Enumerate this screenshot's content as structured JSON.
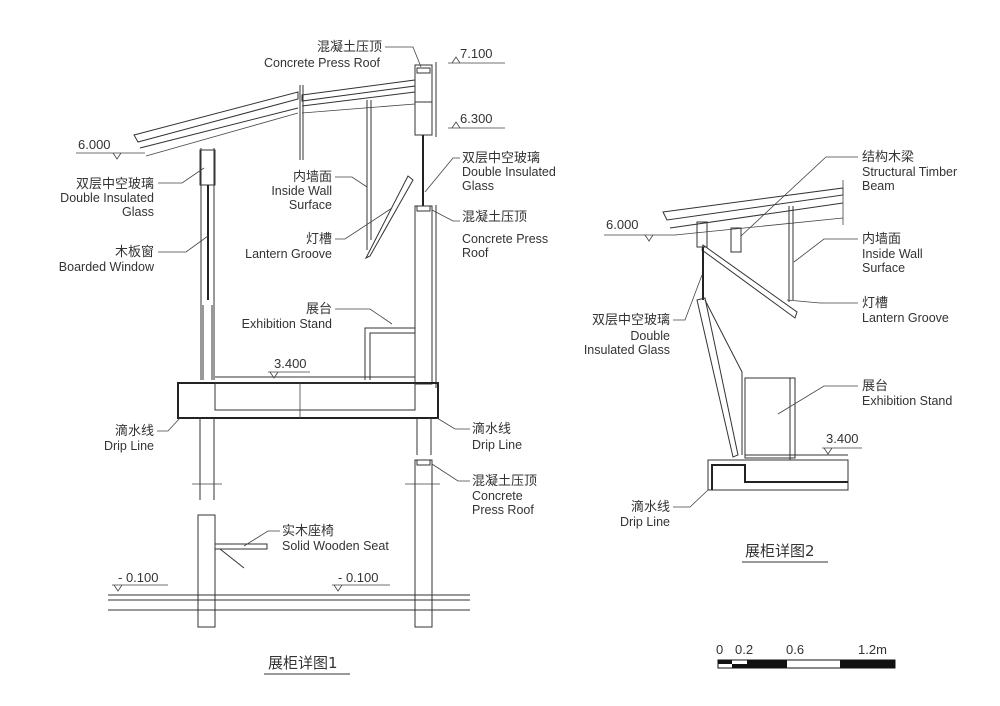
{
  "detail1": {
    "title": "展柜详图1",
    "labels": {
      "concrete_roof_top": {
        "cn": "混凝土压顶",
        "en": "Concrete Press Roof"
      },
      "glass_left": {
        "cn": "双层中空玻璃",
        "en1": "Double Insulated",
        "en2": "Glass"
      },
      "boarded_window": {
        "cn": "木板窗",
        "en": "Boarded Window"
      },
      "inside_wall": {
        "cn": "内墙面",
        "en1": "Inside Wall",
        "en2": "Surface"
      },
      "lantern_groove": {
        "cn": "灯槽",
        "en": "Lantern Groove"
      },
      "glass_right": {
        "cn": "双层中空玻璃",
        "en1": "Double Insulated",
        "en2": "Glass"
      },
      "concrete_roof_mid": {
        "cn": "混凝土压顶",
        "en1": "Concrete Press",
        "en2": "Roof"
      },
      "exhibition_stand": {
        "cn": "展台",
        "en": "Exhibition Stand"
      },
      "drip_left": {
        "cn": "滴水线",
        "en": "Drip Line"
      },
      "drip_right": {
        "cn": "滴水线",
        "en": "Drip Line"
      },
      "concrete_roof_low": {
        "cn": "混凝土压顶",
        "en1": "Concrete",
        "en2": "Press Roof"
      },
      "seat": {
        "cn": "实木座椅",
        "en": "Solid Wooden Seat"
      }
    },
    "levels": {
      "top": "7.100",
      "upper": "6.300",
      "eave": "6.000",
      "floor": "3.400",
      "ground_left": "- 0.100",
      "ground_right": "- 0.100"
    }
  },
  "detail2": {
    "title": "展柜详图2",
    "labels": {
      "beam": {
        "cn": "结构木梁",
        "en1": "Structural Timber",
        "en2": "Beam"
      },
      "inside_wall": {
        "cn": "内墙面",
        "en1": "Inside Wall",
        "en2": "Surface"
      },
      "lantern_groove": {
        "cn": "灯槽",
        "en": "Lantern Groove"
      },
      "glass": {
        "cn": "双层中空玻璃",
        "en1": "Double",
        "en2": "Insulated Glass"
      },
      "exhibition_stand": {
        "cn": "展台",
        "en": "Exhibition Stand"
      },
      "drip": {
        "cn": "滴水线",
        "en": "Drip Line"
      }
    },
    "levels": {
      "eave": "6.000",
      "floor": "3.400"
    }
  },
  "scale_bar": {
    "ticks": [
      "0",
      "0.2",
      "0.6",
      "1.2m"
    ]
  }
}
